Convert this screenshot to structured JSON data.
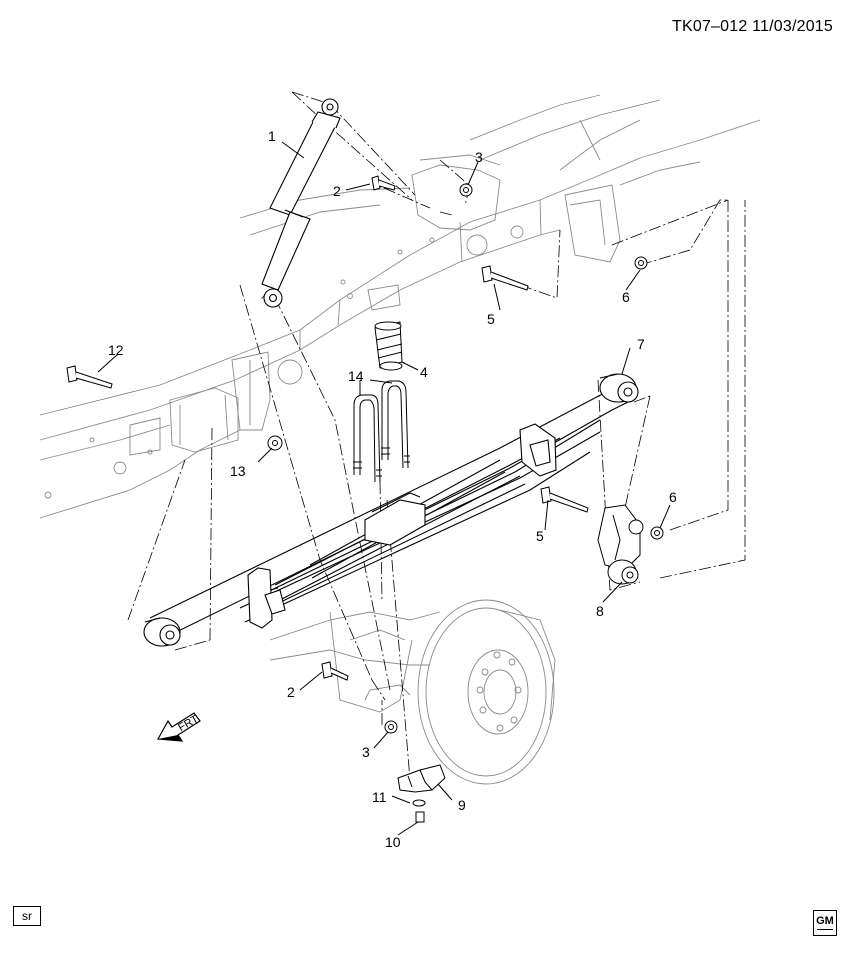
{
  "header": {
    "code": "TK07–012  11/03/2015"
  },
  "footer": {
    "sr_label": "sr",
    "logo_text": "GM"
  },
  "direction": {
    "label": "FRT"
  },
  "callouts": {
    "c1": "1",
    "c2a": "2",
    "c2b": "2",
    "c3a": "3",
    "c3b": "3",
    "c4": "4",
    "c5a": "5",
    "c5b": "5",
    "c6a": "6",
    "c6b": "6",
    "c7": "7",
    "c8": "8",
    "c9": "9",
    "c10": "10",
    "c11": "11",
    "c12": "12",
    "c13": "13",
    "c14": "14"
  },
  "colors": {
    "line": "#000000",
    "frame_fill": "#ffffff",
    "shadow": "#d9d9d9"
  }
}
